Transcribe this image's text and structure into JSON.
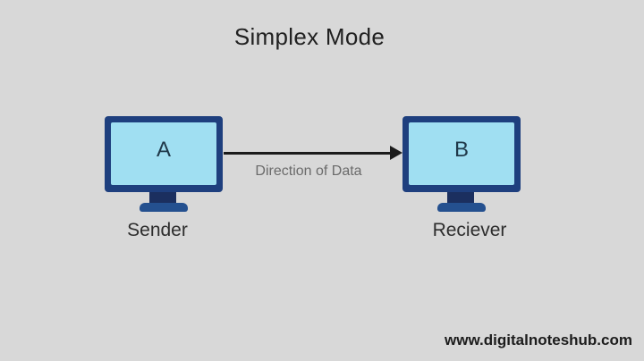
{
  "title": "Simplex Mode",
  "diagram": {
    "sender": {
      "label": "A",
      "caption": "Sender"
    },
    "receiver": {
      "label": "B",
      "caption": "Reciever"
    },
    "arrow": {
      "label": "Direction of Data",
      "direction": "left-to-right"
    },
    "colors": {
      "background": "#d8d8d8",
      "monitor_frame": "#1e3f7e",
      "monitor_screen": "#a0dff2",
      "stand_neck": "#1b2f5f",
      "stand_base": "#24508f",
      "arrow": "#1b1b1b"
    }
  },
  "watermark": "www.digitalnoteshub.com"
}
